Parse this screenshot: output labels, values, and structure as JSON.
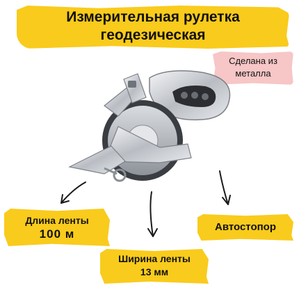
{
  "title": {
    "line1": "Измерительная рулетка",
    "line2": "геодезическая"
  },
  "badge": {
    "line1": "Сделана из",
    "line2": "металла"
  },
  "labels": {
    "length_label": "Длина ленты",
    "length_value": "100 м",
    "autostop": "Автостопор",
    "width_label": "Ширина ленты",
    "width_value": "13 мм"
  },
  "colors": {
    "accent_yellow": "#f9cb1c",
    "badge_pink": "#f7c6c6",
    "metal": "#c9ccd1"
  },
  "icons": [
    "arrow-icon",
    "tape-measure-image"
  ]
}
